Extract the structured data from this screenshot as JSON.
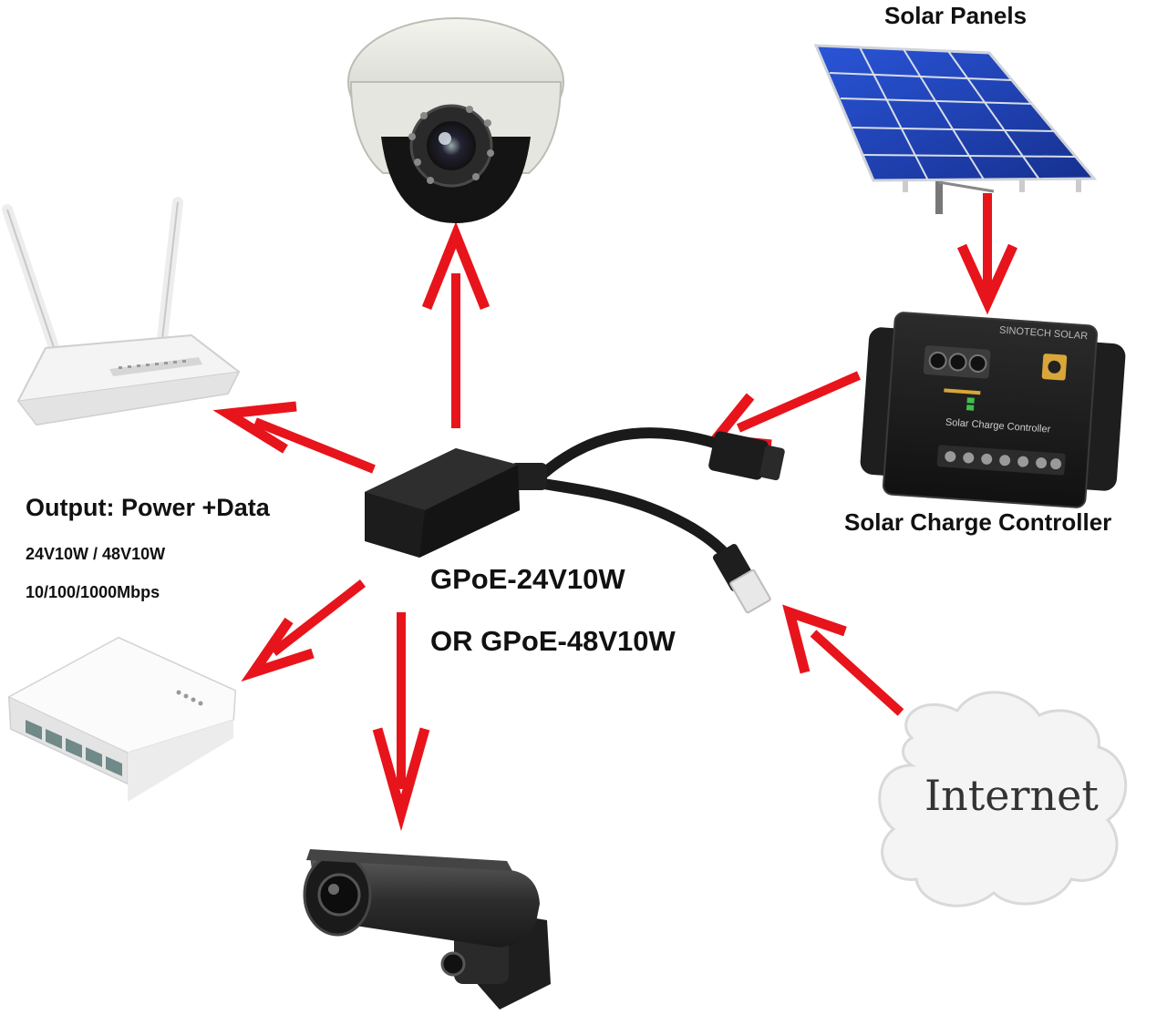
{
  "labels": {
    "solar_panels": "Solar Panels",
    "solar_charge_controller": "Solar Charge Controller",
    "output_title": "Output: Power +Data",
    "output_power": "24V10W / 48V10W",
    "output_speed": "10/100/1000Mbps",
    "model_1": "GPoE-24V10W",
    "model_2": "OR GPoE-48V10W",
    "internet": "Internet",
    "controller_brand": "SINOTECH SOLAR",
    "controller_caption": "Solar Charge Controller"
  },
  "colors": {
    "arrow": "#e8141b",
    "device_dark": "#1c1c1c",
    "device_white": "#f2f2f2",
    "panel_blue": "#1f3fae"
  }
}
